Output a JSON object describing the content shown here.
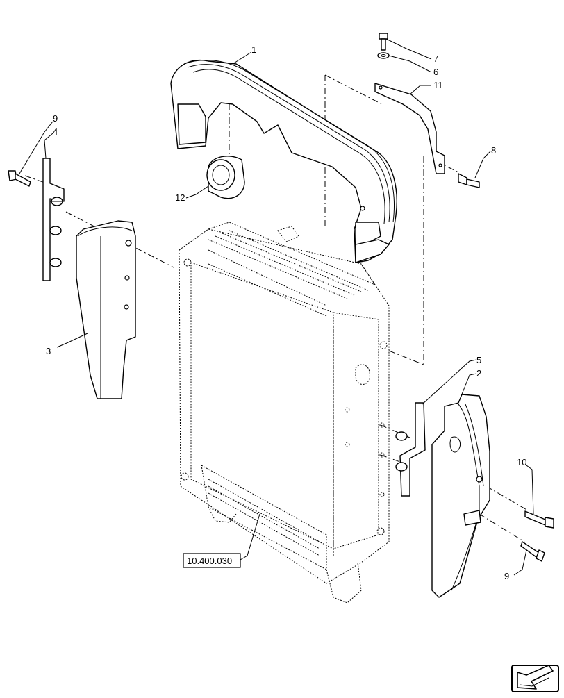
{
  "callouts": {
    "c1": "1",
    "c2": "2",
    "c3": "3",
    "c4": "4",
    "c5": "5",
    "c6": "6",
    "c7": "7",
    "c8": "8",
    "c9_top": "9",
    "c9_bottom": "9",
    "c10": "10",
    "c11": "11",
    "c12": "12"
  },
  "reference_box": "10.400.030",
  "nav_icon": "arrow-next-page-icon"
}
